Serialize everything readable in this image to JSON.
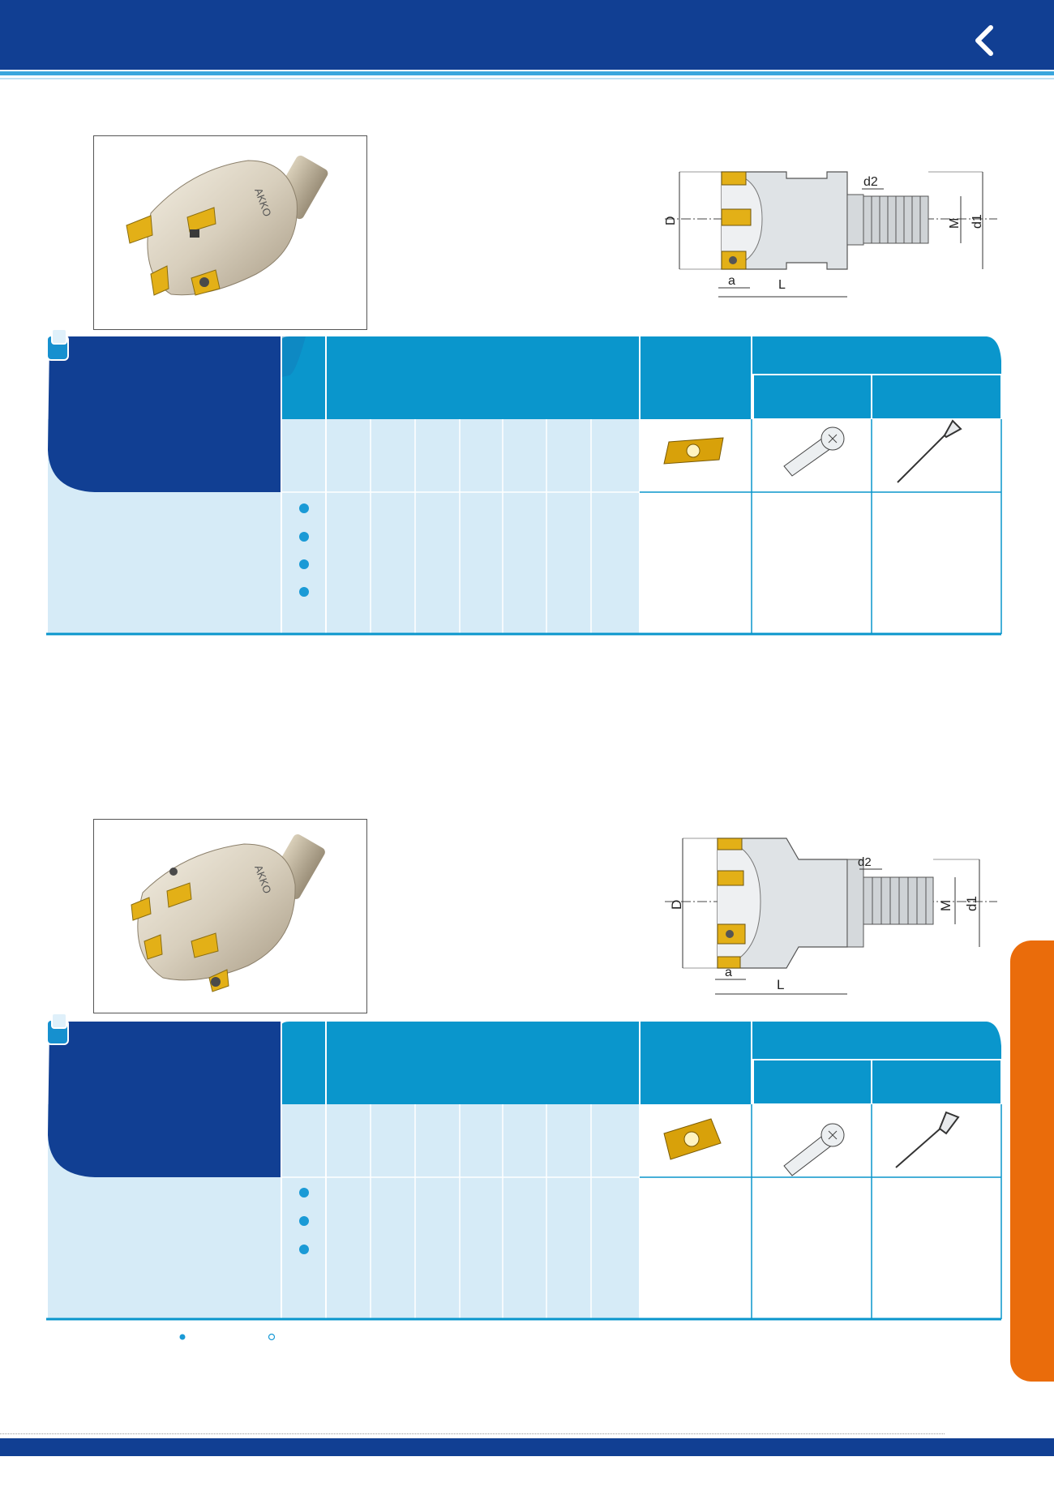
{
  "header": {
    "back_icon": "chevron-left-icon",
    "color": "#113f93",
    "accent": "#3aa6dd"
  },
  "side_tab": {
    "color": "#ea6c0b"
  },
  "drawing_labels": {
    "D": "D",
    "d1": "d1",
    "d2": "d2",
    "M": "M",
    "a": "a",
    "L": "L"
  },
  "section1": {
    "product_image": "face-mill-cutter-4-insert",
    "brand_mark": "AKKO",
    "table": {
      "insert_icon": "insert-icon",
      "screw_icon": "screw-icon",
      "key_icon": "torx-key-icon",
      "rows": 4
    }
  },
  "section2": {
    "product_image": "face-mill-cutter-5-insert",
    "brand_mark": "AKKO",
    "table": {
      "insert_icon": "insert-icon",
      "screw_icon": "screw-icon",
      "key_icon": "torx-key-icon",
      "rows": 3
    }
  },
  "legend": {
    "filled_icon": "filled-dot-icon",
    "hollow_icon": "hollow-dot-icon"
  },
  "colors": {
    "navy": "#113f93",
    "cyan": "#0a96cc",
    "light": "#d6ebf7",
    "gold": "#d8a10a"
  }
}
